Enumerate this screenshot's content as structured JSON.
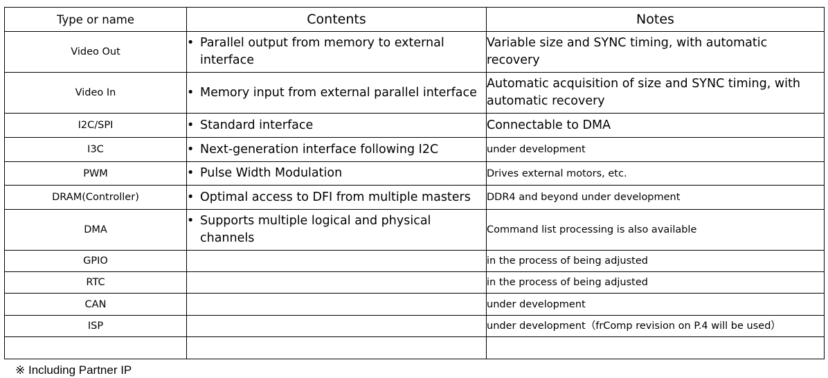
{
  "headers": {
    "name": "Type or name",
    "contents": "Contents",
    "notes": "Notes"
  },
  "rows": [
    {
      "name": "Video Out",
      "bullet": "•",
      "contents": "Parallel output from memory to external interface",
      "notes": "Variable size and SYNC timing, with automatic recovery"
    },
    {
      "name": "Video In",
      "bullet": "•",
      "contents": "Memory input from external parallel interface",
      "notes": "Automatic acquisition of size and SYNC timing, with automatic recovery"
    },
    {
      "name": "I2C/SPI",
      "bullet": "•",
      "contents": "Standard interface",
      "notes": "Connectable to DMA"
    },
    {
      "name": "I3C",
      "bullet": "•",
      "contents": "Next-generation interface following I2C",
      "notes": "under development"
    },
    {
      "name": "PWM",
      "bullet": "•",
      "contents": "Pulse Width Modulation",
      "notes": "Drives external motors, etc."
    },
    {
      "name": "DRAM(Controller)",
      "bullet": "•",
      "contents": "Optimal access to DFI from multiple masters",
      "notes": "DDR4 and beyond under development"
    },
    {
      "name": "DMA",
      "bullet": "•",
      "contents": "Supports multiple logical and physical channels",
      "notes": "Command list processing is also available"
    },
    {
      "name": "GPIO",
      "contents": "",
      "notes": "in the process of being adjusted"
    },
    {
      "name": "RTC",
      "contents": "",
      "notes": "in the process of being adjusted"
    },
    {
      "name": "CAN",
      "contents": "",
      "notes": "under development"
    },
    {
      "name": "ISP",
      "contents": "",
      "notes": "under development（frComp revision on P.4 will be used）"
    },
    {
      "name": "",
      "contents": "",
      "notes": ""
    }
  ],
  "footnote": "※ Including Partner IP"
}
